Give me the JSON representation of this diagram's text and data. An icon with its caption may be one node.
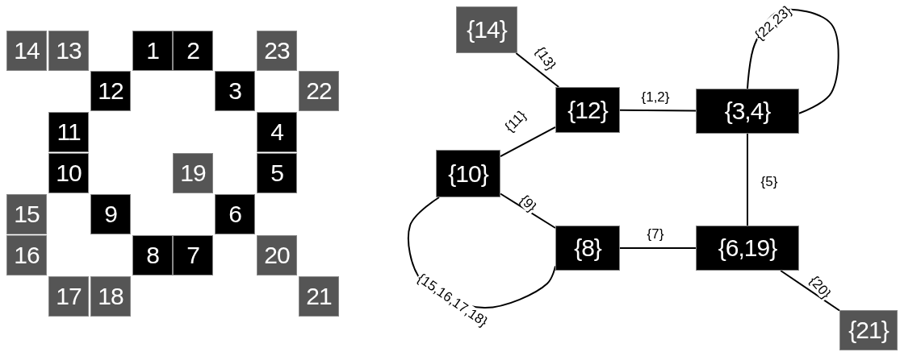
{
  "diagram": {
    "nodes": [
      {
        "text": [
          "14"
        ]
      },
      {
        "text": [
          "13"
        ]
      },
      {
        "text": [
          "1"
        ]
      },
      {
        "text": [
          "2"
        ]
      },
      {
        "text": [
          "23"
        ]
      },
      {
        "text": [
          "12"
        ]
      },
      {
        "text": [
          "3"
        ]
      },
      {
        "text": [
          "22"
        ]
      },
      {
        "text": [
          "11"
        ]
      },
      {
        "text": [
          "4"
        ]
      },
      {
        "text": [
          "10"
        ]
      },
      {
        "text": [
          "19"
        ]
      },
      {
        "text": [
          "5"
        ]
      },
      {
        "text": [
          "15"
        ]
      },
      {
        "text": [
          "9"
        ]
      },
      {
        "text": [
          "6"
        ]
      },
      {
        "text": [
          "16"
        ]
      },
      {
        "text": [
          "8"
        ]
      },
      {
        "text": [
          "7"
        ]
      },
      {
        "text": [
          "20"
        ]
      },
      {
        "text": [
          "17"
        ]
      },
      {
        "text": [
          "18"
        ]
      },
      {
        "text": [
          "21"
        ]
      },
      {
        "text": [
          "{14}"
        ]
      },
      {
        "text": [
          "{12}"
        ]
      },
      {
        "text": [
          "{3,4}"
        ]
      },
      {
        "text": [
          "{10}"
        ]
      },
      {
        "text": [
          "{8}"
        ]
      },
      {
        "text": [
          "{6,19}"
        ]
      },
      {
        "text": [
          "{21}"
        ]
      }
    ],
    "edges": [
      {
        "from": 23,
        "to": 24,
        "arrow": "none",
        "label": "{13}"
      },
      {
        "from": 24,
        "to": 25,
        "arrow": "none",
        "label": "{1,2}"
      },
      {
        "from": 25,
        "to": 25,
        "arrow": "none",
        "label": "{22,23}"
      },
      {
        "from": 24,
        "to": 26,
        "arrow": "none",
        "label": "{11}"
      },
      {
        "from": 25,
        "to": 28,
        "arrow": "none",
        "label": "{5}"
      },
      {
        "from": 26,
        "to": 27,
        "arrow": "none",
        "label": "{9}"
      },
      {
        "from": 26,
        "to": 27,
        "arrow": "none",
        "label": "{15,16,17,18}"
      },
      {
        "from": 27,
        "to": 28,
        "arrow": "none",
        "label": "{7}"
      },
      {
        "from": 28,
        "to": 29,
        "arrow": "none",
        "label": "{20}"
      }
    ]
  }
}
